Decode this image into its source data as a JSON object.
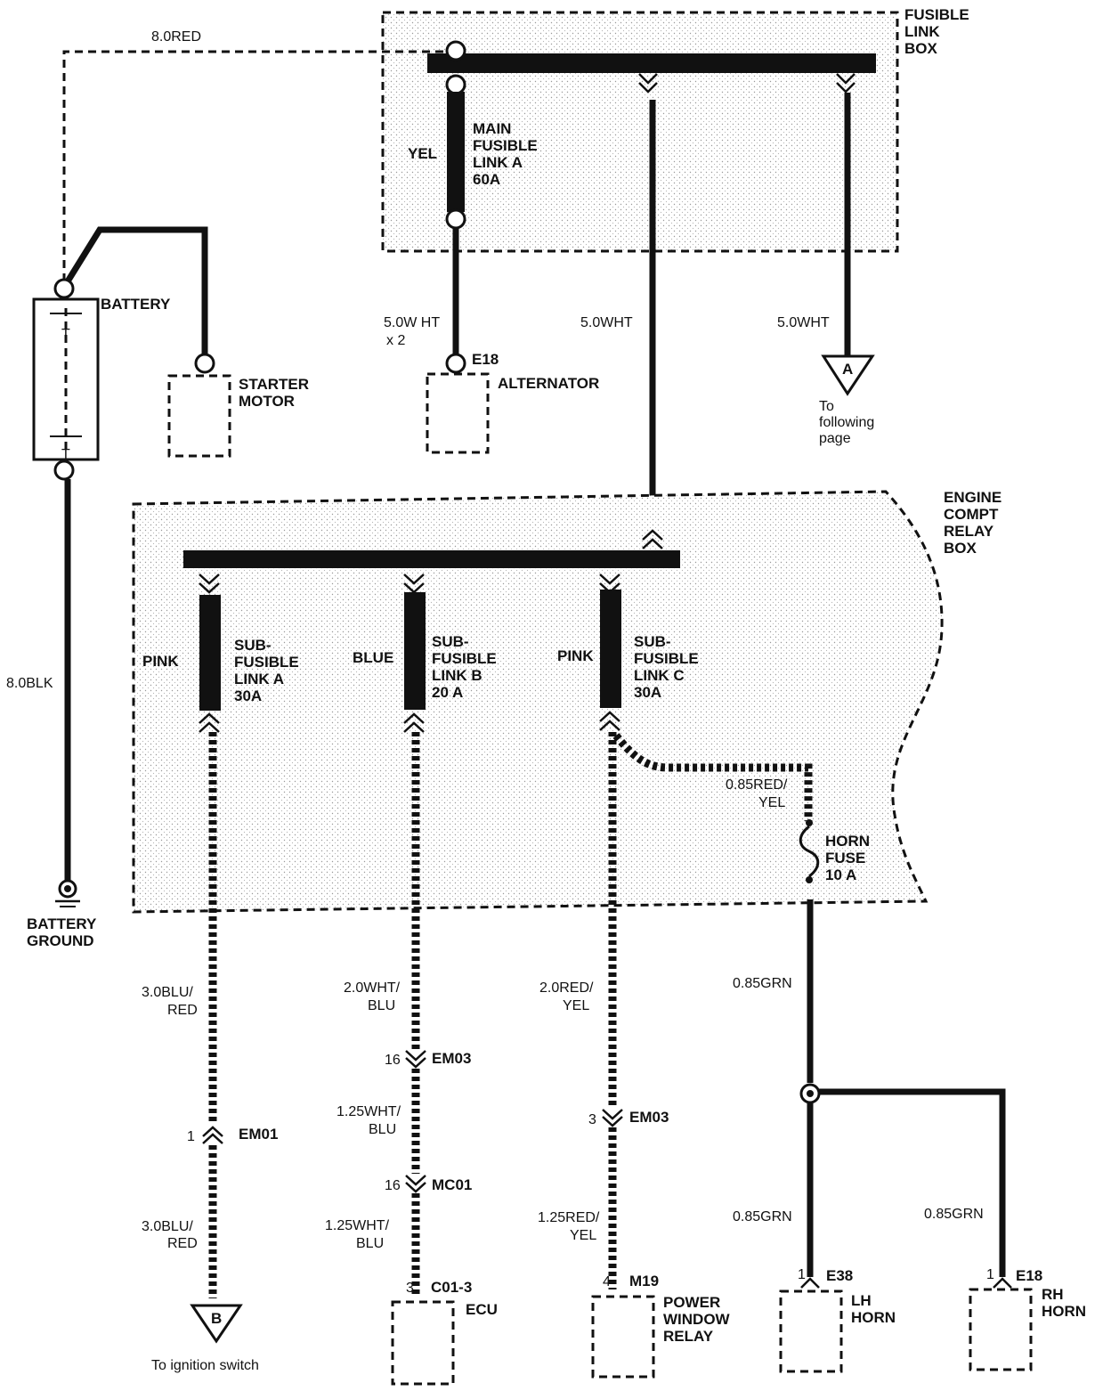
{
  "wires": {
    "battery_pos": "8.0RED",
    "battery_gnd": "8.0BLK",
    "main_link_color": "YEL",
    "alternator_wire": "5.0W HT",
    "alternator_wire_qty": "x 2",
    "relay_feed": "5.0WHT",
    "following_feed": "5.0WHT",
    "sub_a_color": "PINK",
    "sub_b_color": "BLUE",
    "sub_c_color": "PINK",
    "sub_a_out_1": "3.0BLU/",
    "sub_a_out_2": "RED",
    "sub_a_out2_1": "3.0BLU/",
    "sub_a_out2_2": "RED",
    "sub_b_out_1": "2.0WHT/",
    "sub_b_out_2": "BLU",
    "sub_b_mid_1": "1.25WHT/",
    "sub_b_mid_2": "BLU",
    "sub_b_low_1": "1.25WHT/",
    "sub_b_low_2": "BLU",
    "sub_c_out_1": "2.0RED/",
    "sub_c_out_2": "YEL",
    "sub_c_low_1": "1.25RED/",
    "sub_c_low_2": "YEL",
    "horn_in_1": "0.85RED/",
    "horn_in_2": "YEL",
    "horn_out": "0.85GRN",
    "lh_horn_wire": "0.85GRN",
    "rh_horn_wire": "0.85GRN"
  },
  "components": {
    "fusible_box": [
      "FUSIBLE",
      "LINK",
      "BOX"
    ],
    "main_link": [
      "MAIN",
      "FUSIBLE",
      "LINK A",
      "60A"
    ],
    "battery": "BATTERY",
    "battery_ground": [
      "BATTERY",
      "GROUND"
    ],
    "starter": [
      "STARTER",
      "MOTOR"
    ],
    "alternator": "ALTERNATOR",
    "relay_box": [
      "ENGINE",
      "COMPT",
      "RELAY",
      "BOX"
    ],
    "sub_a": [
      "SUB-",
      "FUSIBLE",
      "LINK A",
      "30A"
    ],
    "sub_b": [
      "SUB-",
      "FUSIBLE",
      "LINK B",
      "20 A"
    ],
    "sub_c": [
      "SUB-",
      "FUSIBLE",
      "LINK C",
      "30A"
    ],
    "horn_fuse": [
      "HORN",
      "FUSE",
      "10 A"
    ],
    "ecu": "ECU",
    "power_window": [
      "POWER",
      "WINDOW",
      "RELAY"
    ],
    "lh_horn": [
      "LH",
      "HORN"
    ],
    "rh_horn": [
      "RH",
      "HORN"
    ]
  },
  "connectors": {
    "alt_conn": "E18",
    "em01_pin": "1",
    "em01": "EM01",
    "em03_b_pin": "16",
    "em03_b": "EM03",
    "mc01_pin": "16",
    "mc01": "MC01",
    "ecu_pin": "3",
    "ecu_conn": "C01-3",
    "em03_c_pin": "3",
    "em03_c": "EM03",
    "m19_pin": "4",
    "m19": "M19",
    "e38_pin": "1",
    "e38": "E38",
    "e18_pin": "1",
    "e18": "E18"
  },
  "offpage": {
    "a_letter": "A",
    "a_note": [
      "To",
      "following",
      "page"
    ],
    "b_letter": "B",
    "b_note": "To ignition switch"
  },
  "battery_symbols": {
    "top": "T",
    "bottom": "T"
  }
}
